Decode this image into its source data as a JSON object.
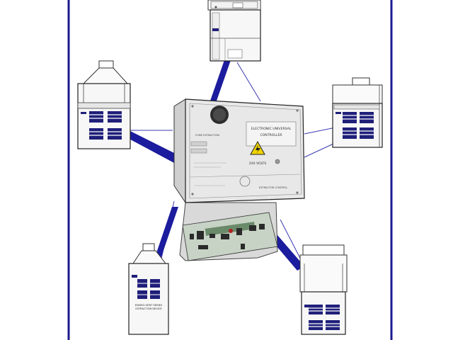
{
  "controller": {
    "title_line1": "ELECTRONIC UNIVERSAL",
    "title_line2": "CONTROLLER",
    "voltage_label": "240 VOLTS",
    "small_label_left": "FUME EXTRACTION",
    "small_label_bottom": "EXTRACTOR CONTROL"
  },
  "cabinets": {
    "bottom_left_note_line1": "ENVIRO-VENT SERIES",
    "bottom_left_note_line2": "EXTRACTION DEVICE"
  },
  "colors": {
    "frame": "#1b1a8c",
    "connector": "#1c1c9e",
    "thin_line": "#3b3bb0",
    "cabinet_panel": "#1f1f7a"
  }
}
